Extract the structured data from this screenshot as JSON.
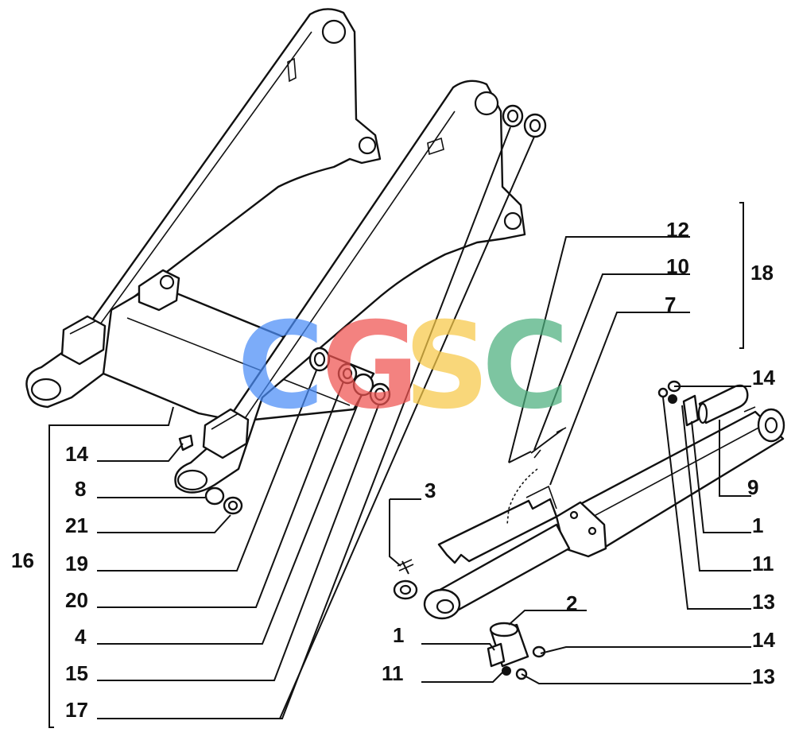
{
  "watermark": {
    "letters": [
      "C",
      "G",
      "S",
      "C"
    ],
    "colors": [
      "#4a8df8",
      "#ef5350",
      "#f7c948",
      "#4caf7d"
    ]
  },
  "callouts": [
    {
      "id": "c12",
      "text": "12"
    },
    {
      "id": "c10",
      "text": "10"
    },
    {
      "id": "c7",
      "text": "7"
    },
    {
      "id": "c18",
      "text": "18"
    },
    {
      "id": "c14a",
      "text": "14"
    },
    {
      "id": "c9",
      "text": "9"
    },
    {
      "id": "c1a",
      "text": "1"
    },
    {
      "id": "c11a",
      "text": "11"
    },
    {
      "id": "c13a",
      "text": "13"
    },
    {
      "id": "c2",
      "text": "2"
    },
    {
      "id": "c14b",
      "text": "14"
    },
    {
      "id": "c13b",
      "text": "13"
    },
    {
      "id": "c3",
      "text": "3"
    },
    {
      "id": "c1b",
      "text": "1"
    },
    {
      "id": "c11b",
      "text": "11"
    },
    {
      "id": "c14c",
      "text": "14"
    },
    {
      "id": "c8",
      "text": "8"
    },
    {
      "id": "c21",
      "text": "21"
    },
    {
      "id": "c16",
      "text": "16"
    },
    {
      "id": "c19",
      "text": "19"
    },
    {
      "id": "c20",
      "text": "20"
    },
    {
      "id": "c4",
      "text": "4"
    },
    {
      "id": "c15",
      "text": "15"
    },
    {
      "id": "c17",
      "text": "17"
    }
  ]
}
